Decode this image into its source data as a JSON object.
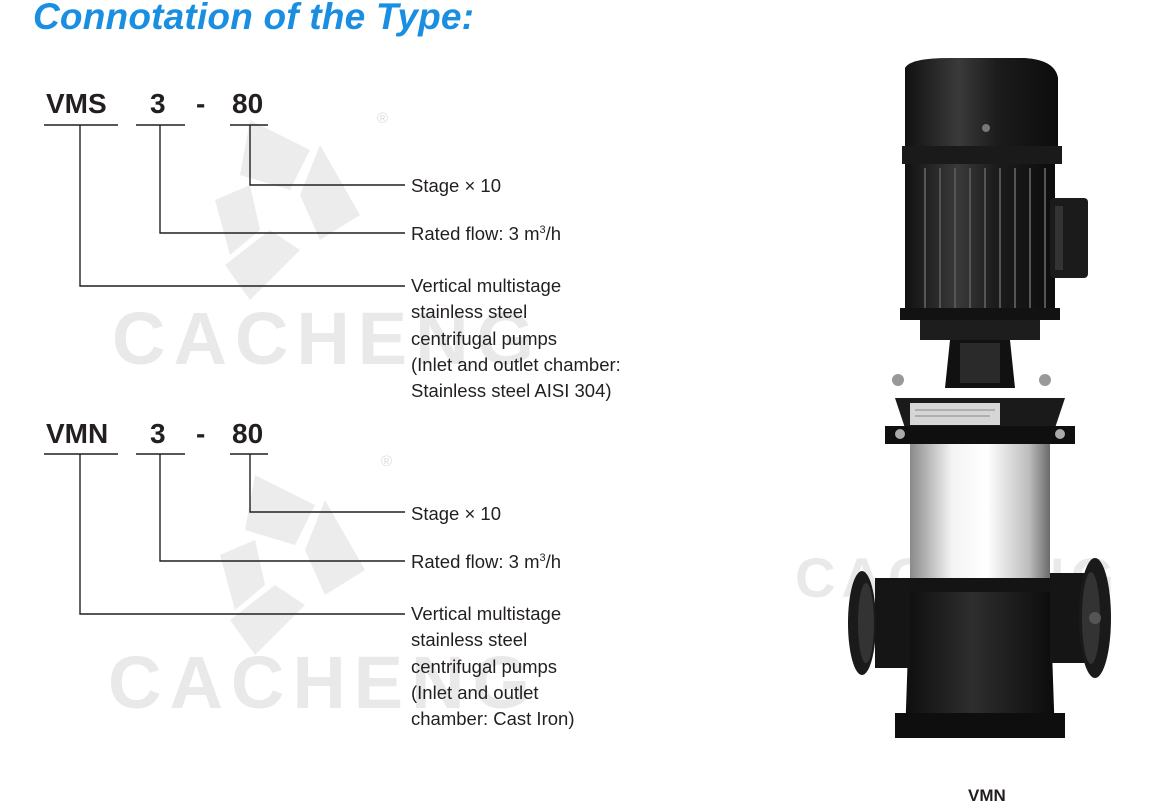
{
  "title": "Connotation of the Type:",
  "watermark": {
    "brand": "CACHENG",
    "reg_mark": "®"
  },
  "sections": [
    {
      "code_series": "VMS",
      "code_flow": "3",
      "code_dash": "-",
      "code_stage": "80",
      "stage_desc": "Stage × 10",
      "flow_desc_prefix": "Rated flow: 3 m",
      "flow_desc_sup": "3",
      "flow_desc_suffix": "/h",
      "series_desc": [
        "Vertical multistage",
        "stainless steel",
        "centrifugal pumps",
        "(Inlet and outlet chamber:",
        "Stainless steel AISI 304)"
      ]
    },
    {
      "code_series": "VMN",
      "code_flow": "3",
      "code_dash": "-",
      "code_stage": "80",
      "stage_desc": "Stage × 10",
      "flow_desc_prefix": "Rated flow: 3 m",
      "flow_desc_sup": "3",
      "flow_desc_suffix": "/h",
      "series_desc": [
        "Vertical multistage",
        "stainless steel",
        "centrifugal pumps",
        "(Inlet and outlet",
        "chamber: Cast Iron)"
      ]
    }
  ],
  "product_caption": "VMN",
  "colors": {
    "title": "#1a8ee0",
    "text": "#231f20",
    "watermark": "#e9e9e9"
  }
}
